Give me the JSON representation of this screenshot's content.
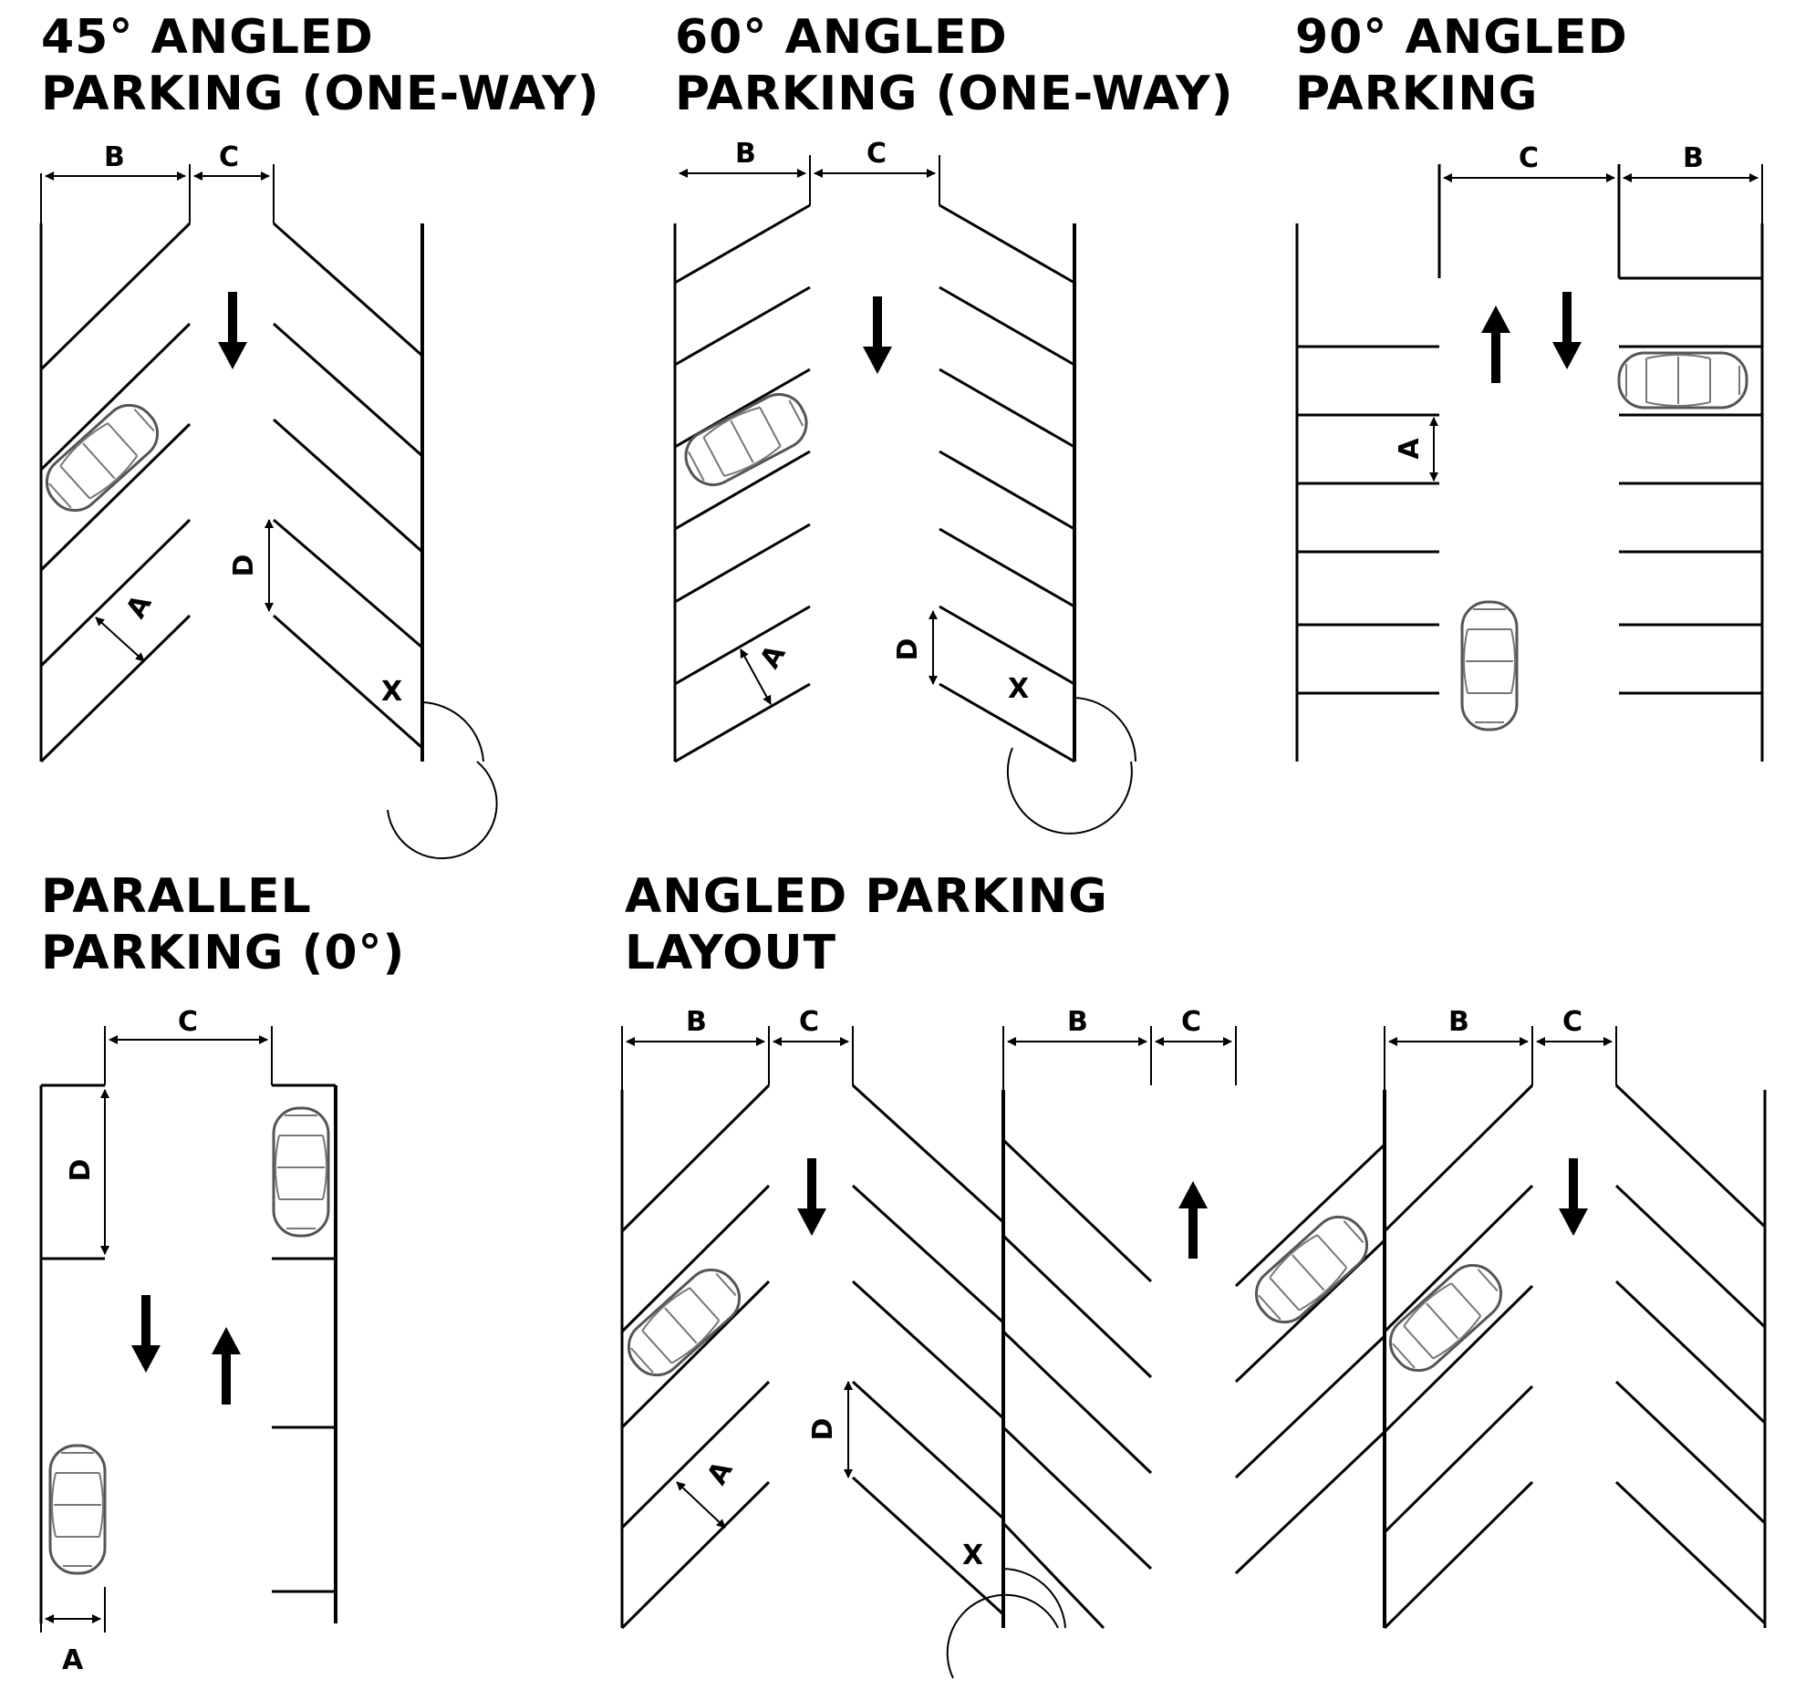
{
  "panels": {
    "p45": {
      "title_line1": "45° ANGLED",
      "title_line2": "PARKING (ONE-WAY)"
    },
    "p60": {
      "title_line1": "60° ANGLED",
      "title_line2": "PARKING (ONE-WAY)"
    },
    "p90": {
      "title_line1": "90° ANGLED",
      "title_line2": "PARKING"
    },
    "parallel": {
      "title_line1": "PARALLEL",
      "title_line2": "PARKING (0°)"
    },
    "layout": {
      "title_line1": "ANGLED PARKING",
      "title_line2": "LAYOUT"
    }
  },
  "dimension_labels": {
    "a": "A",
    "b": "B",
    "c": "C",
    "d": "D",
    "x": "X"
  },
  "icons": [
    "arrow-down-icon",
    "arrow-up-icon",
    "car-icon"
  ]
}
